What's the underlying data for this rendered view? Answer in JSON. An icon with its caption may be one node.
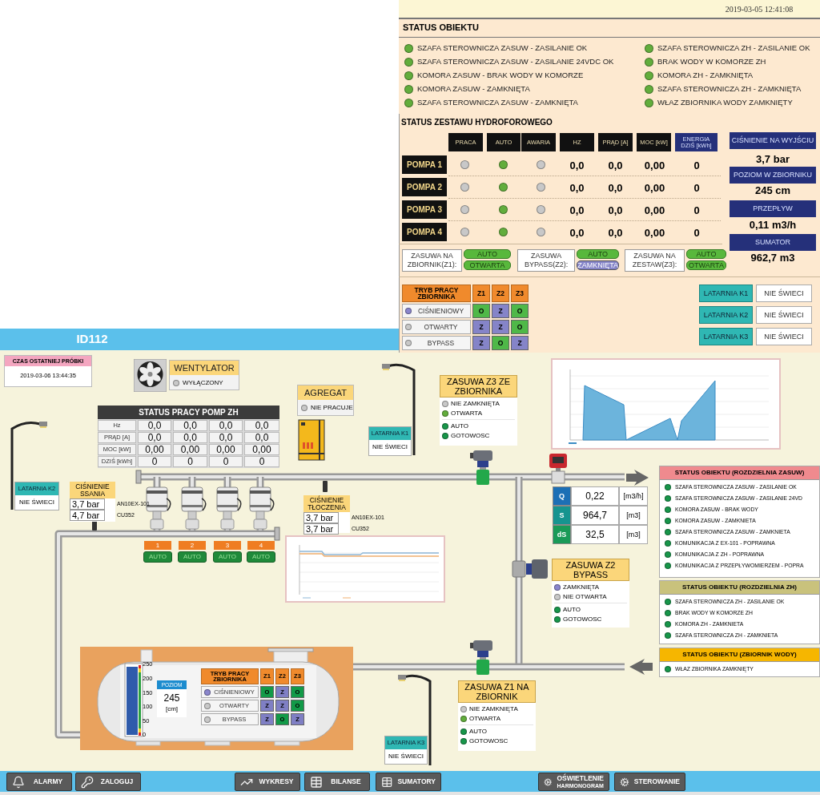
{
  "diagram": {
    "nodes": [
      {
        "text": [
          "STATUS OBIEKTU",
          "SZAFA STEROWNICZA ZASUW - ZASILANIE OK",
          "SZAFA STEROWNICZA ZH - ZASILANIE OK",
          "SZAFA STEROWNICZA ZASUW - ZASILANIE 24VDC OK",
          "BRAK WODY W KOMORZE ZH",
          "KOMORA ZASUW - BRAK WODY W KOMORZE",
          "KOMORA ZH - ZAMKNIĘTA",
          "KOMORA ZASUW - ZAMKNIĘTA",
          "SZAFA STEROWNICZA ZH - ZAMKNIĘTA",
          "SZAFA STEROWNICZA ZASUW - ZAMKNIĘTA",
          "WŁAZ ZBIORNIKA WODY ZAMKNIĘTY"
        ]
      },
      {
        "text": [
          "ZASUWA NA ZBIORNIK(Z1):",
          "AUTO",
          "OTWARTA"
        ]
      },
      {
        "text": [
          "ZASUWA BYPASS(Z2):",
          "AUTO",
          "ZAMKNIĘTA"
        ]
      },
      {
        "text": [
          "ZASUWA NA ZESTAW(Z3):",
          "AUTO",
          "OTWARTA"
        ]
      },
      {
        "text": [
          "LATARNIA K1",
          "NIE ŚWIECI"
        ]
      },
      {
        "text": [
          "LATARNIA K2",
          "NIE ŚWIECI"
        ]
      },
      {
        "text": [
          "LATARNIA K3",
          "NIE ŚWIECI"
        ]
      },
      {
        "text": [
          "CZAS OSTATNIEJ PRÓBKI",
          "2019-03-06 13:44:35"
        ]
      },
      {
        "text": [
          "WENTYLATOR",
          "WYŁĄCZONY"
        ]
      },
      {
        "text": [
          "AGREGAT",
          "NIE PRACUJE"
        ]
      },
      {
        "text": [
          "STATUS PRACY POMP ZH"
        ]
      },
      {
        "text": [
          "LATARNIA K1",
          "NIE ŚWIECI"
        ]
      },
      {
        "text": [
          "LATARNIA K2",
          "NIE ŚWIECI"
        ]
      },
      {
        "text": [
          "CIŚNIENIE SSANIA",
          "3,7 bar",
          "4,7 bar"
        ],
        "beside": [
          "AN10EX-101",
          "CU352"
        ]
      },
      {
        "text": [
          "CIŚNIENIE TŁOCZENIA",
          "3,7 bar",
          "3,7 bar"
        ],
        "beside": [
          "AN10EX-101",
          "CU352"
        ]
      },
      {
        "text": [
          "ZASUWA Z3 ZE ZBIORNIKA",
          "NIE ZAMKNIĘTA",
          "OTWARTA",
          "AUTO",
          "GOTOWOSC"
        ]
      },
      {
        "text": [
          "STATUS OBIEKTU (ROZDZIELNIA ZASUW)",
          "SZAFA STEROWNICZA ZASUW - ZASILANIE OK",
          "SZAFA STEROWNICZA ZASUW - ZASILANIE 24VD",
          "KOMORA ZASUW - BRAK WODY",
          "KOMORA ZASUW - ZAMKNIETA",
          "SZAFA STEROWNICZA ZASUW - ZAMKNIETA",
          "KOMUNIKACJA Z EX-101 - POPRAWNA",
          "KOMUNIKACJA Z ZH - POPRAWNA",
          "KOMUNIKACJA Z PRZEPŁYWOMIERZEM - POPRA"
        ]
      },
      {
        "text": [
          "ZASUWA Z2 BYPASS",
          "ZAMKNIĘTA",
          "NIE OTWARTA",
          "AUTO",
          "GOTOWOSC"
        ]
      },
      {
        "text": [
          "STATUS OBIEKTU (ROZDZIELNIA ZH)",
          "SZAFA STEROWNICZA ZH - ZASILANIE OK",
          "BRAK WODY W KOMORZE ZH",
          "KOMORA ZH - ZAMKNIETA",
          "SZAFA STEROWNICZA ZH - ZAMKNIETA"
        ]
      },
      {
        "text": [
          "STATUS OBIEKTU (ZBIORNIK WODY)",
          "WŁAZ ZBIORNIKA ZAMKNIĘTY"
        ]
      },
      {
        "text": [
          "POZIOM",
          "245",
          "[cm]"
        ]
      },
      {
        "text": [
          "ZASUWA Z1 NA ZBIORNIK",
          "NIE ZAMKNIĘTA",
          "OTWARTA",
          "AUTO",
          "GOTOWOSC"
        ]
      },
      {
        "text": [
          "LATARNIA K3",
          "NIE ŚWIECI"
        ]
      }
    ],
    "labels": [
      "2019-03-05 12:41:08",
      "STATUS ZESTAWU HYDROFOROWEGO",
      "PRACA",
      "AUTO",
      "AWARIA",
      "HZ",
      "PRĄD [A]",
      "MOC [kW]",
      "ENERGIA DZIŚ [kWh]",
      "POMPA 1",
      "0,0",
      "0,0",
      "0,00",
      "0",
      "POMPA 2",
      "0,0",
      "0,0",
      "0,00",
      "0",
      "POMPA 3",
      "0,0",
      "0,0",
      "0,00",
      "0",
      "POMPA 4",
      "0,0",
      "0,0",
      "0,00",
      "0",
      "CIŚNIENIE NA WYJŚCIU",
      "3,7 bar",
      "POZIOM W ZBIORNIKU",
      "245 cm",
      "PRZEPŁYW",
      "0,11 m3/h",
      "SUMATOR",
      "962,7 m3",
      "TRYB PRACY ZBIORNIKA",
      "Z1",
      "Z2",
      "Z3",
      "CIŚNIENIOWY",
      "O",
      "Z",
      "O",
      "OTWARTY",
      "Z",
      "Z",
      "O",
      "BYPASS",
      "Z",
      "O",
      "Z",
      "ID112",
      "Hz",
      "0,0",
      "0,0",
      "0,0",
      "0,0",
      "PRĄD [A]",
      "0,0",
      "0,0",
      "0,0",
      "0,0",
      "MOC [kW]",
      "0,00",
      "0,00",
      "0,00",
      "0,00",
      "DZIŚ [kWh]",
      "0",
      "0",
      "0",
      "0",
      "1",
      "2",
      "3",
      "4",
      "AUTO",
      "AUTO",
      "AUTO",
      "AUTO",
      "Q",
      "0,22",
      "[m3/h]",
      "S",
      "964,7",
      "[m3]",
      "dS",
      "32,5",
      "[m3]",
      "250",
      "200",
      "150",
      "100",
      "50",
      "0",
      "TRYB PRACY ZBIORNIKA",
      "Z1",
      "Z2",
      "Z3",
      "CIŚNIENIOWY",
      "O",
      "Z",
      "O",
      "OTWARTY",
      "Z",
      "Z",
      "O",
      "BYPASS",
      "Z",
      "O",
      "Z",
      "ALARMY",
      "ZALOGUJ",
      "WYKRESY",
      "BILANSE",
      "SUMATORY",
      "OŚWIETLENIE",
      "HARMONOGRAM",
      "STEROWANIE"
    ]
  }
}
